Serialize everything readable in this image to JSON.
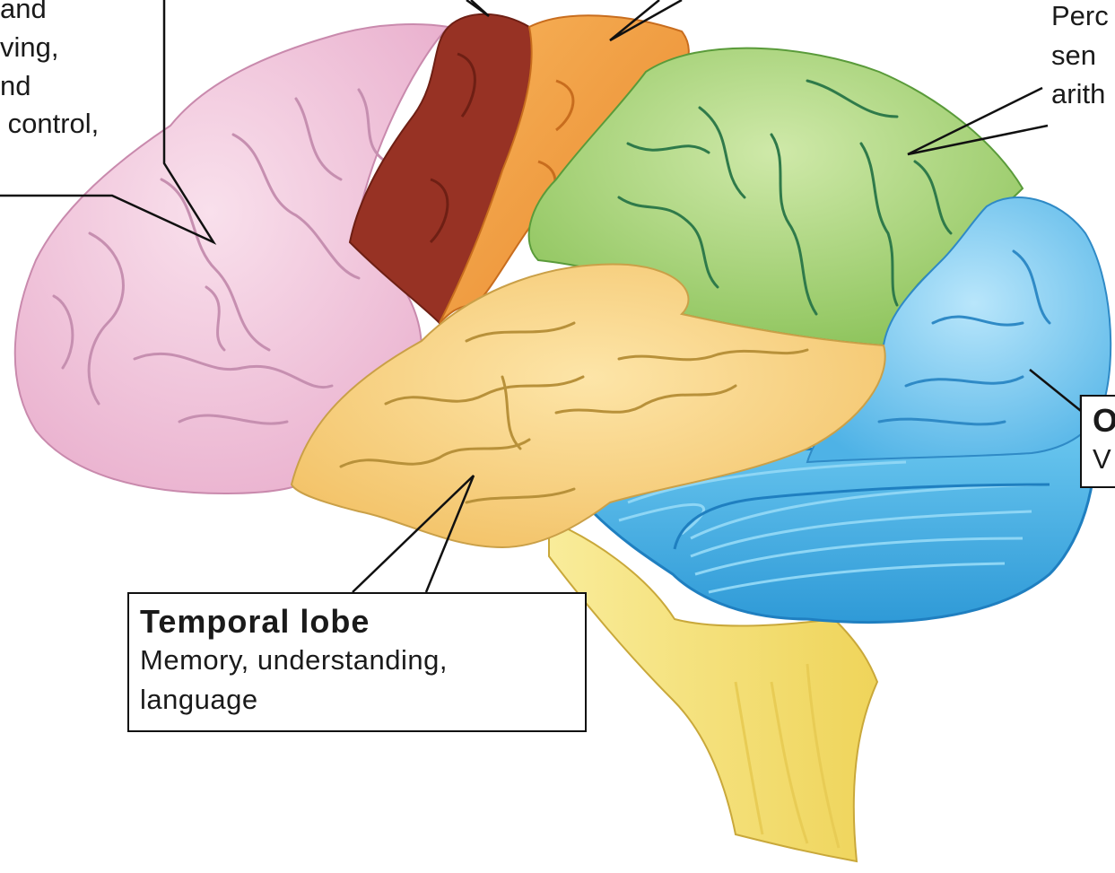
{
  "colors": {
    "frontal": "#f3c4dc",
    "motor": "#9b3524",
    "sensory": "#f09a3a",
    "parietal": "#9fcf6a",
    "occipital": "#5fbbe8",
    "temporal": "#f7cd78",
    "cerebellum": "#4aaee0",
    "brainstem": "#f6e27a"
  },
  "labels": {
    "frontal": {
      "lines": [
        "and",
        "ving,",
        "nd",
        " control,"
      ]
    },
    "parietal": {
      "lines": [
        "Perc",
        "sen",
        "arith"
      ]
    },
    "occipital": {
      "title": "O",
      "desc": "V"
    },
    "temporal": {
      "title": "Temporal lobe",
      "lines": [
        "Memory, understanding,",
        "language"
      ]
    }
  }
}
